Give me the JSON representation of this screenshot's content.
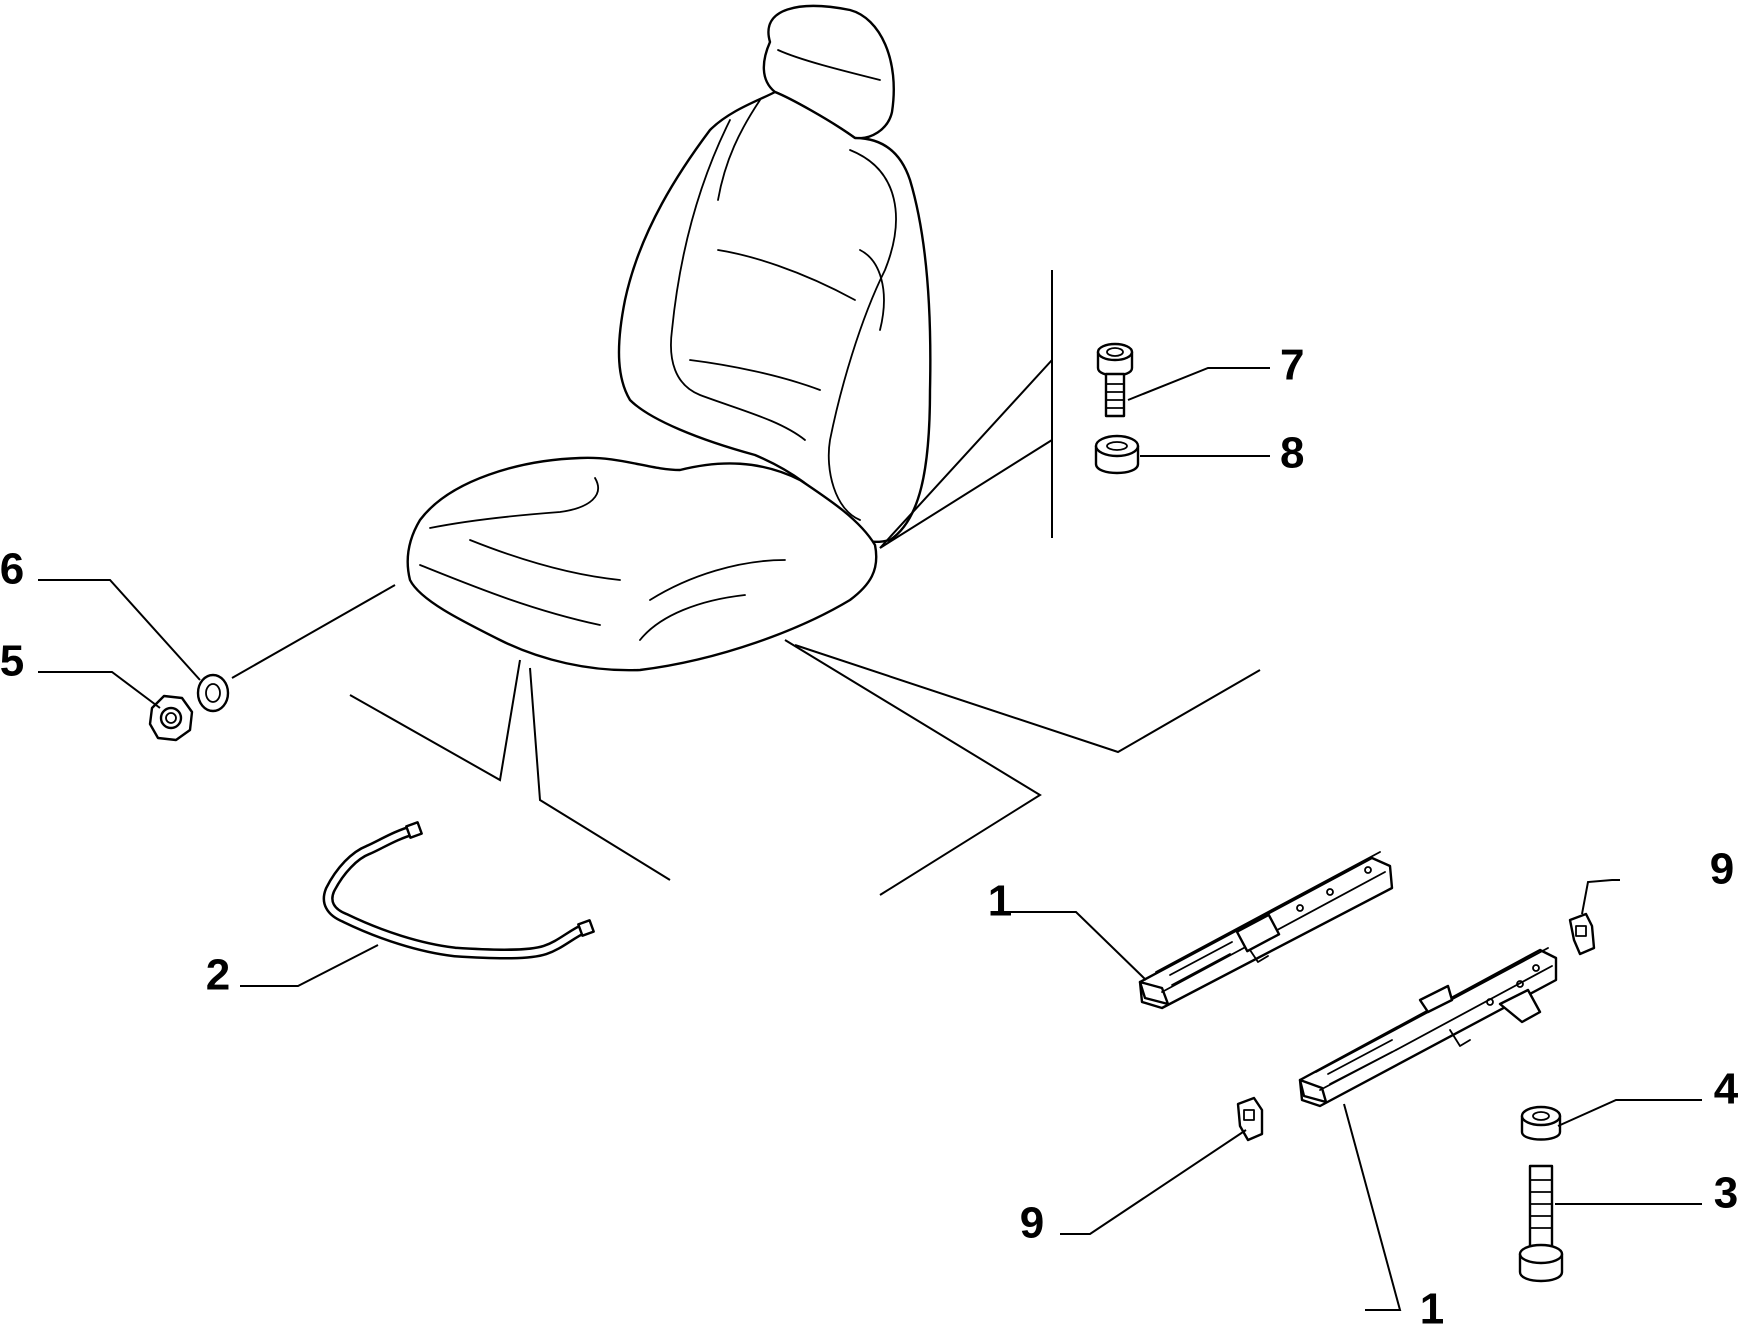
{
  "diagram": {
    "callouts": [
      {
        "id": "c1a",
        "label": "1"
      },
      {
        "id": "c1b",
        "label": "1"
      },
      {
        "id": "c2",
        "label": "2"
      },
      {
        "id": "c3",
        "label": "3"
      },
      {
        "id": "c4",
        "label": "4"
      },
      {
        "id": "c5",
        "label": "5"
      },
      {
        "id": "c6",
        "label": "6"
      },
      {
        "id": "c7",
        "label": "7"
      },
      {
        "id": "c8",
        "label": "8"
      },
      {
        "id": "c9a",
        "label": "9"
      },
      {
        "id": "c9b",
        "label": "9"
      }
    ],
    "colors": {
      "line": "#000000",
      "background": "#ffffff"
    }
  }
}
